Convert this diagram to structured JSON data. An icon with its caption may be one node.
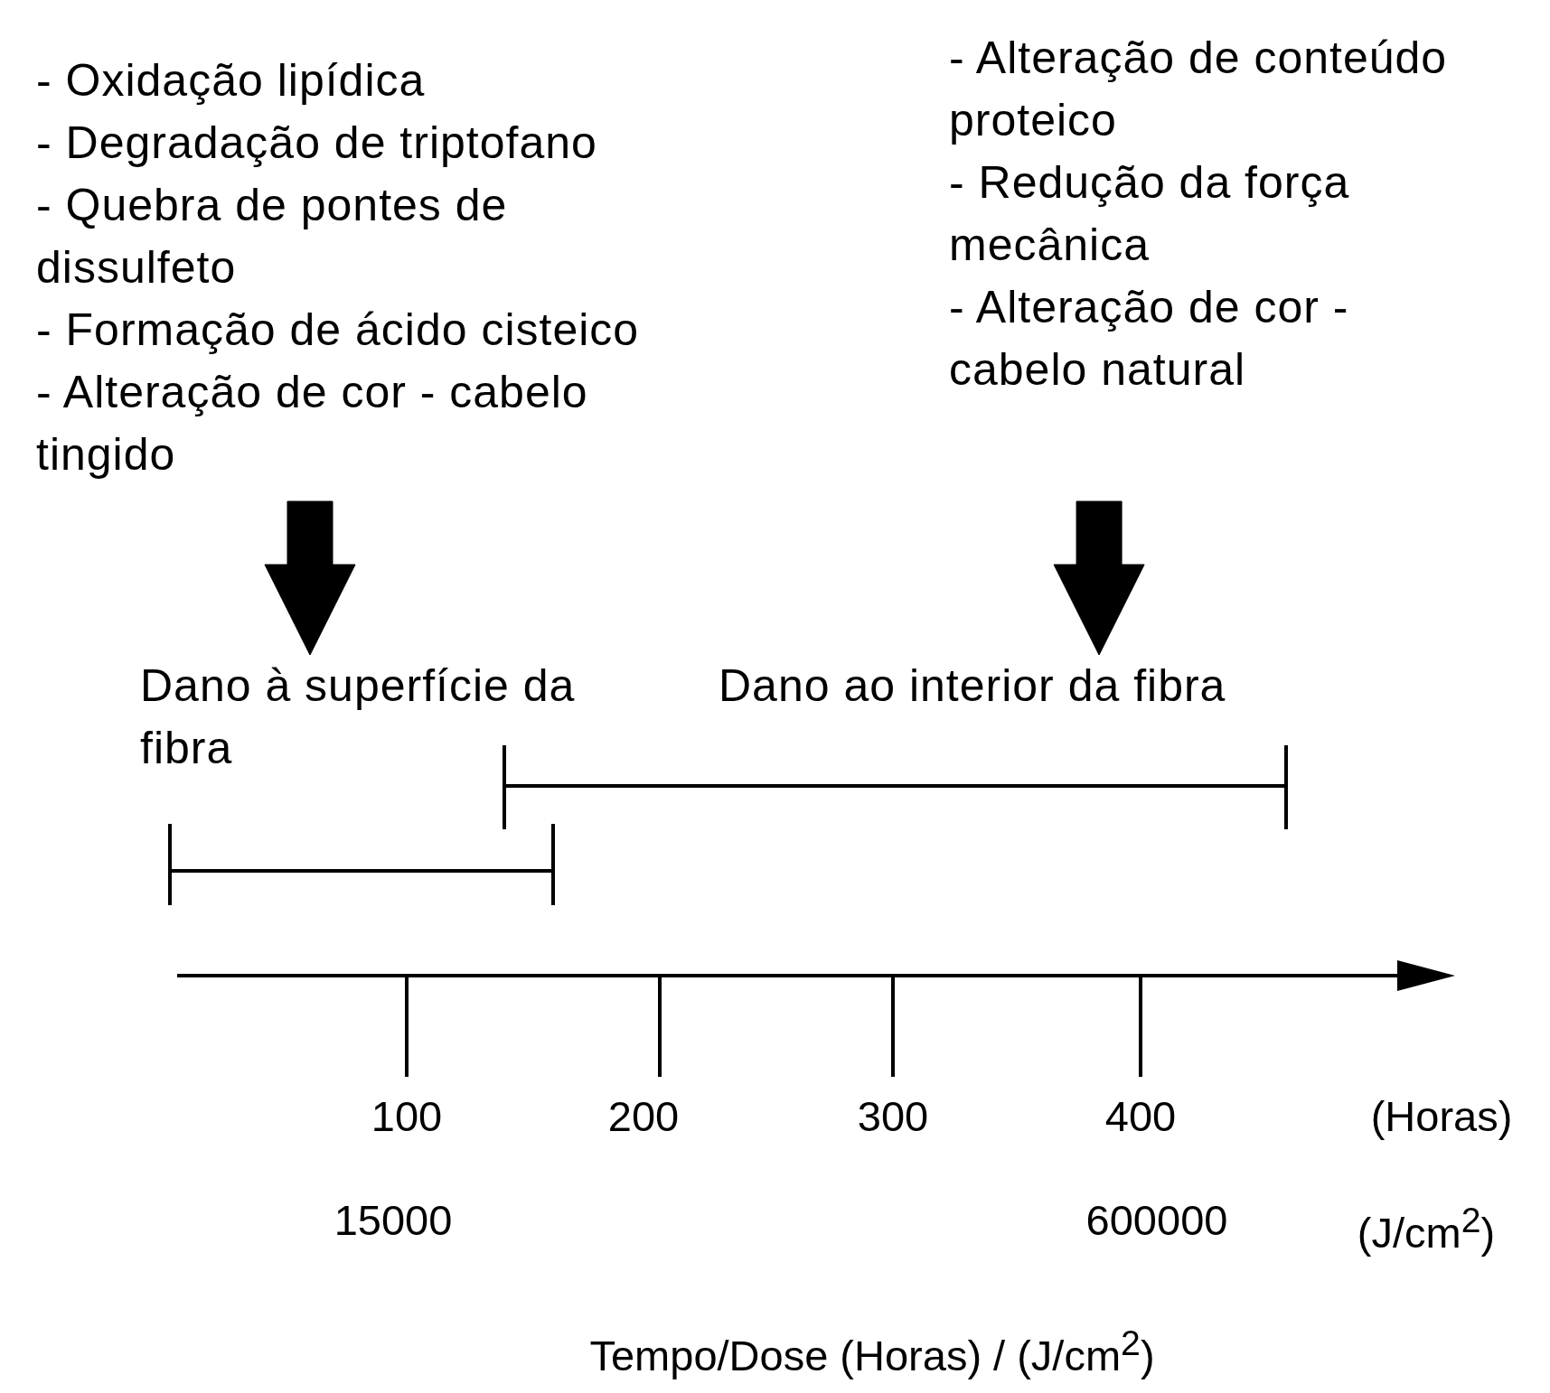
{
  "diagram": {
    "caption": "Tempo/Dose (Horas) / (J/cm$^{2}$)",
    "nodes": [
      {
        "text": [
          "- Oxidação lipídica",
          "- Degradação de triptofano",
          "- Quebra de pontes de dissulfeto",
          "- Formação de ácido cisteico",
          "- Alteração de cor - cabelo tingido"
        ]
      },
      {
        "text": [
          "- Alteração de conteúdo proteico",
          "- Redução da força mecânica",
          "- Alteração de cor - cabelo natural"
        ]
      },
      {
        "text": [
          "Dano à superfície da fibra"
        ]
      },
      {
        "text": [
          "Dano ao interior da fibra"
        ]
      }
    ],
    "edges": [
      {
        "from": 0,
        "to": 2,
        "arrow": "to"
      },
      {
        "from": 1,
        "to": 3,
        "arrow": "to"
      }
    ],
    "labels": [
      "100",
      "200",
      "300",
      "400",
      "(Horas)",
      "15000",
      "600000",
      "(J/cm$^{2}$)"
    ]
  }
}
